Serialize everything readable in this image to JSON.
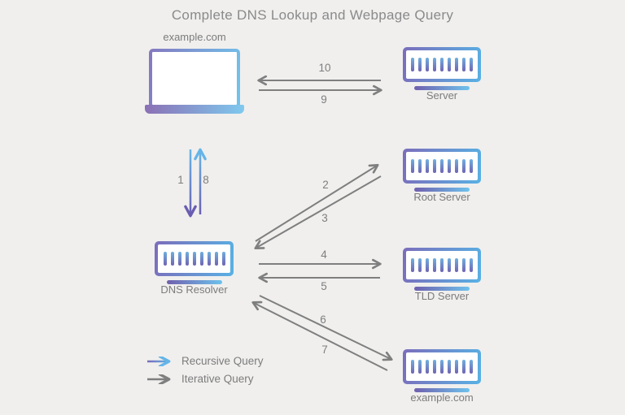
{
  "title": "Complete DNS Lookup and Webpage Query",
  "nodes": {
    "client": {
      "label": "example.com"
    },
    "web_server": {
      "label": "Server"
    },
    "root_server": {
      "label": "Root Server"
    },
    "dns_resolver": {
      "label": "DNS Resolver"
    },
    "tld_server": {
      "label": "TLD Server"
    },
    "auth_server": {
      "label": "example.com"
    }
  },
  "steps": {
    "s1": "1",
    "s2": "2",
    "s3": "3",
    "s4": "4",
    "s5": "5",
    "s6": "6",
    "s7": "7",
    "s8": "8",
    "s9": "9",
    "s10": "10"
  },
  "legend": {
    "recursive": "Recursive Query",
    "iterative": "Iterative Query"
  },
  "colors": {
    "background": "#f0efee",
    "title_text": "#8a8a8a",
    "label_text": "#7c7c7c",
    "arrow_gray": "#7f7f7f",
    "gradient_purple": "#7064b2",
    "gradient_blue": "#63b6e6"
  }
}
